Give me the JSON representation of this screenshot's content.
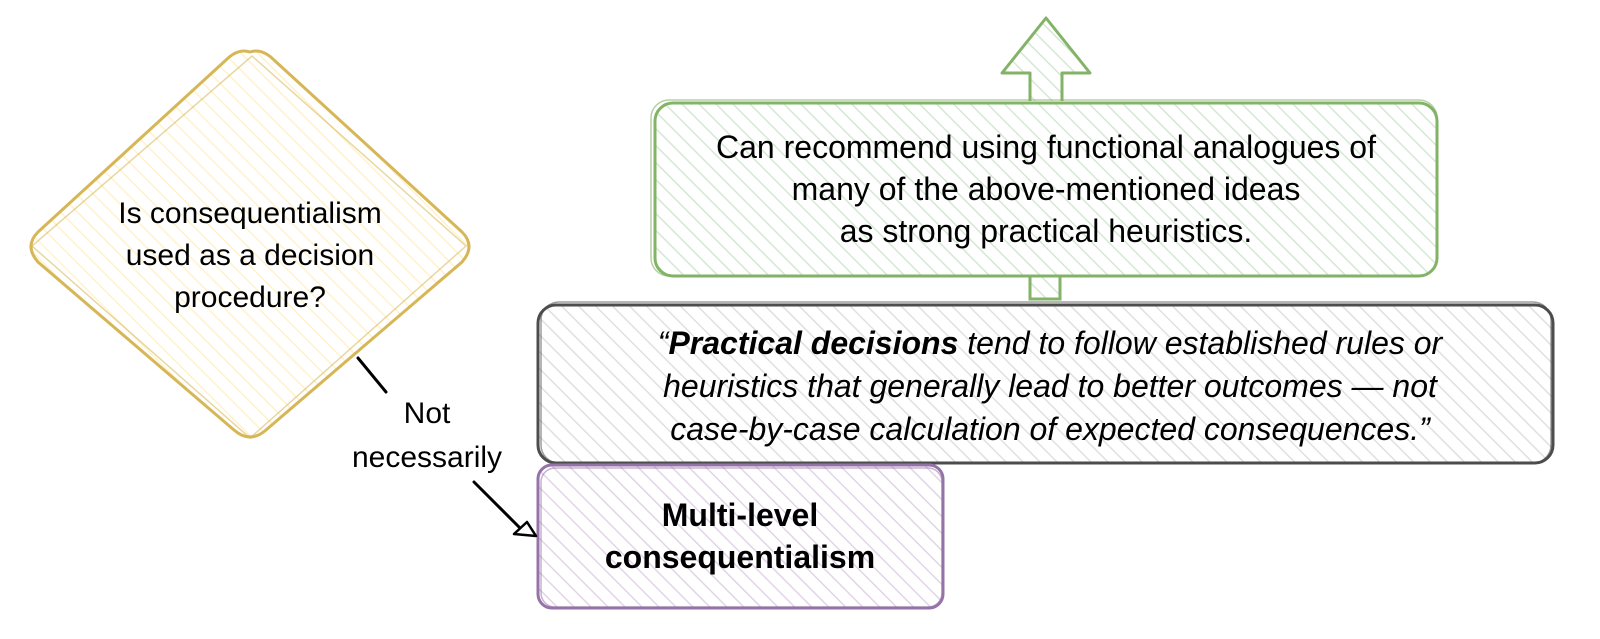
{
  "colors": {
    "decision_stroke": "#d6b656",
    "decision_fill": "#fff2cc",
    "outcome_stroke": "#82b366",
    "outcome_fill": "#d5e8d4",
    "quote_stroke": "#4d4d4d",
    "quote_fill": "#e0e0e0",
    "category_stroke": "#9673a6",
    "category_fill": "#e1d5e7",
    "connector": "#000000"
  },
  "decision": {
    "line1": "Is consequentialism",
    "line2": "used as a decision",
    "line3": "procedure?"
  },
  "edge": {
    "line1": "Not",
    "line2": "necessarily"
  },
  "category": {
    "line1": "Multi-level",
    "line2": "consequentialism"
  },
  "quote": {
    "line1_open": "“",
    "line1_bold": "Practical decisions",
    "line1_rest": " tend to follow established rules or",
    "line2": "heuristics that generally lead to better outcomes — not",
    "line3": "case-by-case calculation of expected consequences.”"
  },
  "outcome": {
    "line1": "Can recommend using functional analogues of",
    "line2": "many of the above-mentioned ideas",
    "line3": "as strong practical heuristics."
  }
}
